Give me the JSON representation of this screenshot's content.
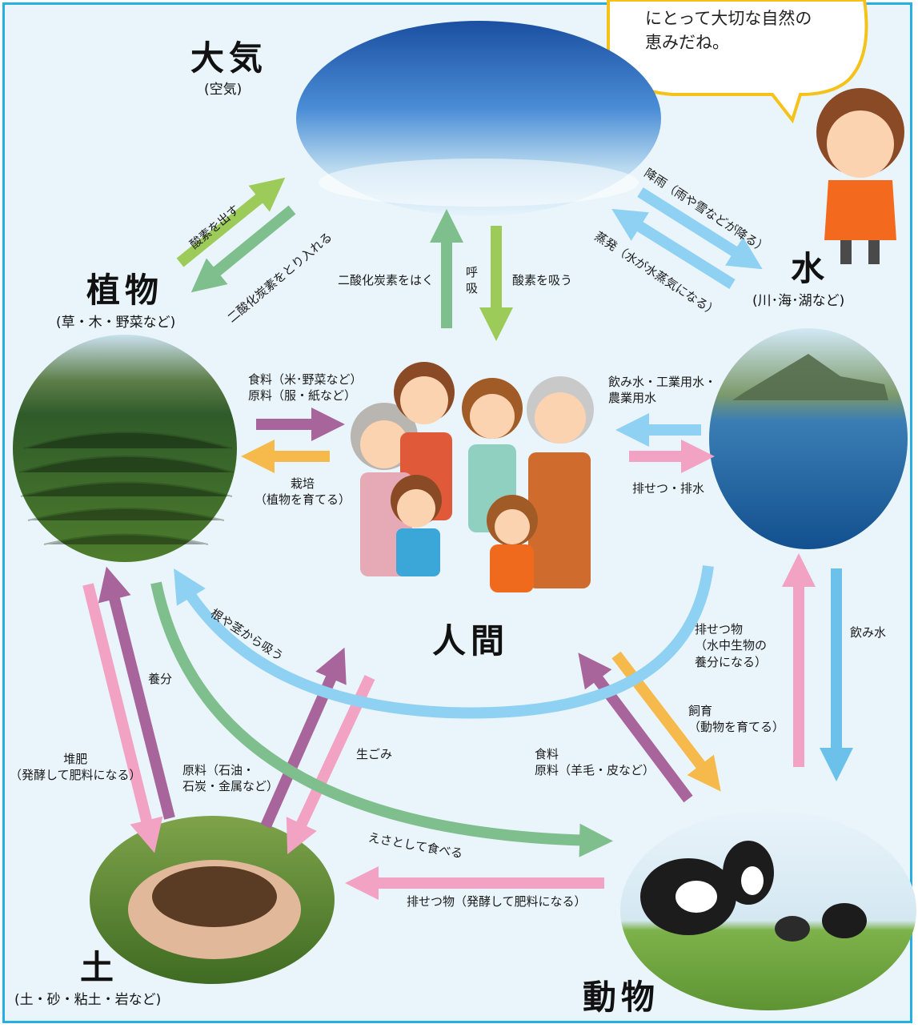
{
  "bubble": {
    "line1": "にとって大切な自然の",
    "line2": "恵みだね。"
  },
  "nodes": {
    "air": {
      "title": "大気",
      "sub": "(空気)"
    },
    "water": {
      "title": "水",
      "sub": "(川･海･湖など)"
    },
    "plants": {
      "title": "植物",
      "sub": "(草・木・野菜など)"
    },
    "human": {
      "title": "人間"
    },
    "soil": {
      "title": "土",
      "sub": "(土・砂・粘土・岩など)"
    },
    "animals": {
      "title": "動物"
    }
  },
  "labels": {
    "oxygen_out": "酸素を出す",
    "co2_in": "二酸化炭素をとり入れる",
    "co2_exhale": "二酸化炭素をはく",
    "breath": "呼\n吸",
    "oxygen_in": "酸素を吸う",
    "rain": "降雨（雨や雪などが降る）",
    "evap": "蒸発（水が水蒸気になる）",
    "food_plants": "食料（米･野菜など）\n原料（服・紙など）",
    "cultivate": "栽培\n（植物を育てる）",
    "water_use": "飲み水・工業用水・\n農業用水",
    "excrete_drain": "排せつ・排水",
    "absorb_roots": "根や茎から吸う",
    "nutrients": "養分",
    "compost": "堆肥\n（発酵して肥料になる）",
    "raw_materials": "原料（石油・\n石炭・金属など）",
    "garbage": "生ごみ",
    "animal_waste_water": "排せつ物\n（水中生物の\n養分になる）",
    "drink_water": "飲み水",
    "raising": "飼育\n（動物を育てる）",
    "food_animals": "食料\n原料（羊毛・皮など）",
    "feed": "えさとして食べる",
    "animal_waste_soil": "排せつ物（発酵して肥料になる）"
  },
  "colors": {
    "frame": "#27aee3",
    "green_light": "#9ccb5a",
    "green_mid": "#7fbf8d",
    "blue_light": "#8fd1f2",
    "blue_mid": "#6cc1ea",
    "pink": "#f2a3c3",
    "purple": "#a8659c",
    "orange": "#f6b94b",
    "bubble_border": "#f5c21a"
  }
}
